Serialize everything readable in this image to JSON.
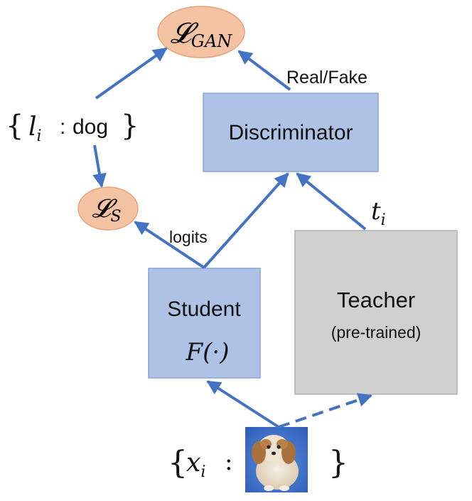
{
  "nodes": {
    "loss_gan": {
      "symbol": "𝓛",
      "subscript": "GAN"
    },
    "loss_s": {
      "symbol": "𝓛",
      "subscript": "S"
    },
    "discriminator": {
      "label": "Discriminator"
    },
    "student": {
      "label": "Student",
      "formula": "F(·)"
    },
    "teacher": {
      "label": "Teacher",
      "note": "(pre-trained)"
    }
  },
  "labels": {
    "real_fake": "Real/Fake",
    "logits": "logits",
    "teacher_output": {
      "main": "t",
      "sub": "i"
    },
    "label_set": {
      "open": "{",
      "var": "l",
      "sub": "i",
      "sep": ":",
      "value": "dog",
      "close": "}"
    },
    "input_set": {
      "open": "{",
      "var": "x",
      "sub": "i",
      "sep": ":",
      "close": "}"
    }
  },
  "colors": {
    "arrow": "#4472c4",
    "box_blue_fill": "#aec2e6",
    "box_blue_stroke": "#8aa6d8",
    "box_gray_fill": "#d0d0d0",
    "box_gray_stroke": "#b0b0b0",
    "loss_fill": "#f4c3a3",
    "loss_stroke": "#e8a27a"
  },
  "icons": {
    "input_image": "puppy-photo-icon"
  }
}
